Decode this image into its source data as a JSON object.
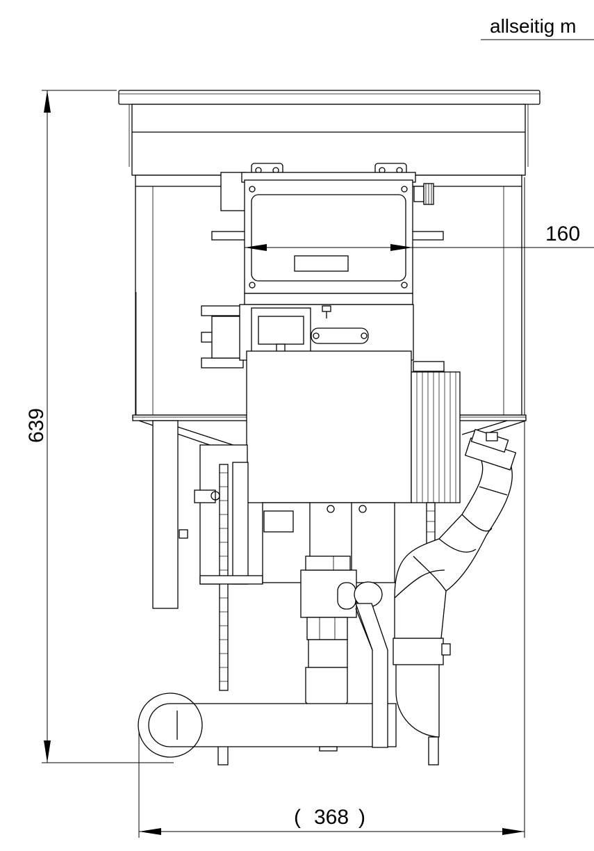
{
  "header_note": "allseitig m",
  "dimensions": {
    "height": "639",
    "width": "368",
    "width_paren_open": "(",
    "width_paren_close": ")",
    "inner_width": "160"
  }
}
